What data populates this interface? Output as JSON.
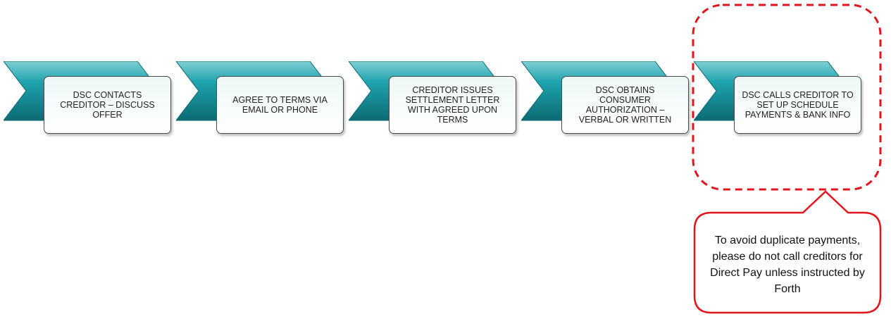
{
  "diagram": {
    "steps": [
      {
        "label": "DSC CONTACTS CREDITOR – DISCUSS OFFER"
      },
      {
        "label": "AGREE TO TERMS VIA EMAIL OR PHONE"
      },
      {
        "label": "CREDITOR ISSUES SETTLEMENT LETTER WITH AGREED UPON TERMS"
      },
      {
        "label": "DSC OBTAINS CONSUMER AUTHORIZATION – VERBAL OR WRITTEN"
      },
      {
        "label": "DSC CALLS CREDITOR TO SET UP SCHEDULE PAYMENTS & BANK INFO"
      }
    ],
    "callout": {
      "text": "To avoid duplicate payments, please do not call creditors for Direct Pay unless instructed by Forth"
    },
    "colors": {
      "chevron_fill": "#1a9aa5",
      "chevron_dark": "#0b6b74",
      "chevron_light": "#7fd0d6",
      "highlight_red": "#e3141b",
      "box_border": "#4a4a4a"
    }
  }
}
